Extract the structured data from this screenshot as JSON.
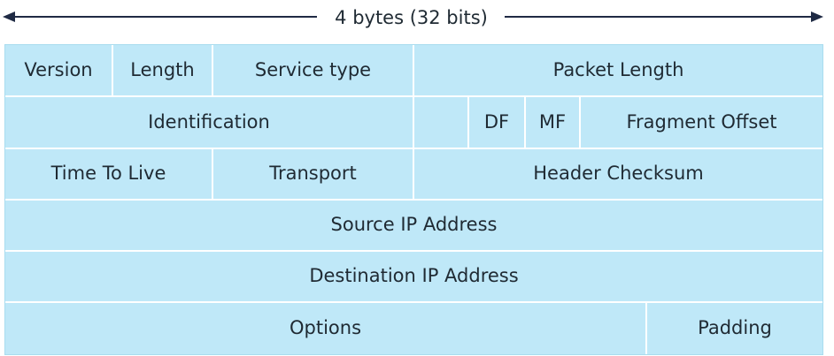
{
  "width_label": "4 bytes (32 bits)",
  "colors": {
    "field_fill": "#bfe8f8",
    "divider": "#ffffff",
    "arrow": "#1f2a44",
    "text": "#1f2a33"
  },
  "rows": [
    {
      "fields": [
        {
          "name": "version",
          "label": "Version"
        },
        {
          "name": "length",
          "label": "Length"
        },
        {
          "name": "service-type",
          "label": "Service type"
        },
        {
          "name": "packet-length",
          "label": "Packet Length"
        }
      ]
    },
    {
      "fields": [
        {
          "name": "identification",
          "label": "Identification"
        },
        {
          "name": "reserved-flag",
          "label": ""
        },
        {
          "name": "df",
          "label": "DF"
        },
        {
          "name": "mf",
          "label": "MF"
        },
        {
          "name": "fragment-offset",
          "label": "Fragment Offset"
        }
      ]
    },
    {
      "fields": [
        {
          "name": "time-to-live",
          "label": "Time To Live"
        },
        {
          "name": "transport",
          "label": "Transport"
        },
        {
          "name": "header-checksum",
          "label": "Header Checksum"
        }
      ]
    },
    {
      "fields": [
        {
          "name": "source-ip-address",
          "label": "Source IP Address"
        }
      ]
    },
    {
      "fields": [
        {
          "name": "destination-ip-address",
          "label": "Destination IP Address"
        }
      ]
    },
    {
      "fields": [
        {
          "name": "options",
          "label": "Options"
        },
        {
          "name": "padding",
          "label": "Padding"
        }
      ]
    }
  ]
}
